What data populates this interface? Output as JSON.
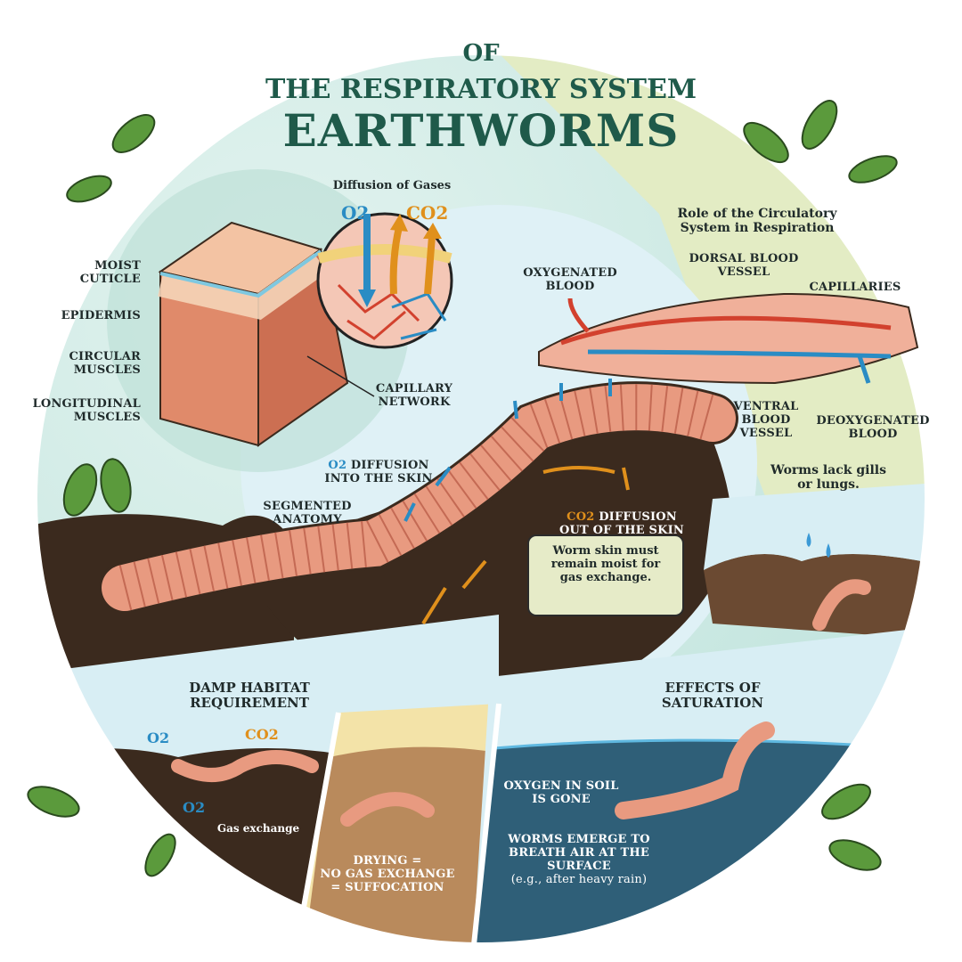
{
  "title": {
    "line1": "OF",
    "line2": "THE RESPIRATORY SYSTEM",
    "line3": "EARTHWORMS"
  },
  "skin_section": {
    "labels": [
      {
        "text_1": "MOIST",
        "text_2": "CUTICLE"
      },
      {
        "text_1": "EPIDERMIS",
        "text_2": ""
      },
      {
        "text_1": "CIRCULAR",
        "text_2": "MUSCLES"
      },
      {
        "text_1": "LONGITUDINAL",
        "text_2": "MUSCLES"
      }
    ],
    "diffusion_title": "Diffusion of Gases",
    "o2": "O2",
    "co2": "CO2",
    "capillary_1": "CAPILLARY",
    "capillary_2": "NETWORK"
  },
  "circulatory": {
    "title_1": "Role of the Circulatory",
    "title_2": "System in Respiration",
    "oxygenated_1": "OXYGENATED",
    "oxygenated_2": "BLOOD",
    "dorsal_1": "DORSAL BLOOD",
    "dorsal_2": "VESSEL",
    "capillaries": "CAPILLARIES",
    "ventral_1": "VENTRAL",
    "ventral_2": "BLOOD",
    "ventral_3": "VESSEL",
    "deoxygenated_1": "DEOXYGENATED",
    "deoxygenated_2": "BLOOD",
    "note_1": "Worms lack gills",
    "note_2": "or lungs."
  },
  "center": {
    "o2_prefix": "O2",
    "o2_diffusion_1": " DIFFUSION",
    "o2_diffusion_2": "INTO THE SKIN",
    "segmented_1": "SEGMENTED",
    "segmented_2": "ANATOMY",
    "co2_prefix": "CO2",
    "co2_diffusion_1": " DIFFUSION",
    "co2_diffusion_2": "OUT OF THE SKIN",
    "callout_1": "Worm skin must",
    "callout_2": "remain moist for",
    "callout_3": "gas exchange."
  },
  "damp_habitat": {
    "title_1": "DAMP HABITAT",
    "title_2": "REQUIREMENT",
    "o2": "O2",
    "co2": "CO2",
    "o2_b": "O2",
    "caption": "Gas exchange"
  },
  "drying": {
    "line1": "DRYING =",
    "line2": "NO GAS EXCHANGE",
    "line3": "= SUFFOCATION"
  },
  "saturation": {
    "title_1": "EFFECTS OF",
    "title_2": "SATURATION",
    "text_1": "OXYGEN IN SOIL",
    "text_2": "IS GONE",
    "text_3": "WORMS EMERGE TO",
    "text_4": "BREATH AIR AT THE",
    "text_5": "SURFACE",
    "text_6": "(e.g., after heavy rain)"
  },
  "colors": {
    "title": "#1f5a4a",
    "teal_region": "#cfe9e4",
    "green_region": "#e3ecc4",
    "sky": "#dff1f6",
    "soil": "#3b2a1e",
    "worm": "#e89a80",
    "oxygen": "#2a8cc4",
    "co2": "#e0901c",
    "blood_oxygenated": "#d2412e",
    "blood_deoxygenated": "#2a8cc4",
    "water": "#2f5f78"
  }
}
